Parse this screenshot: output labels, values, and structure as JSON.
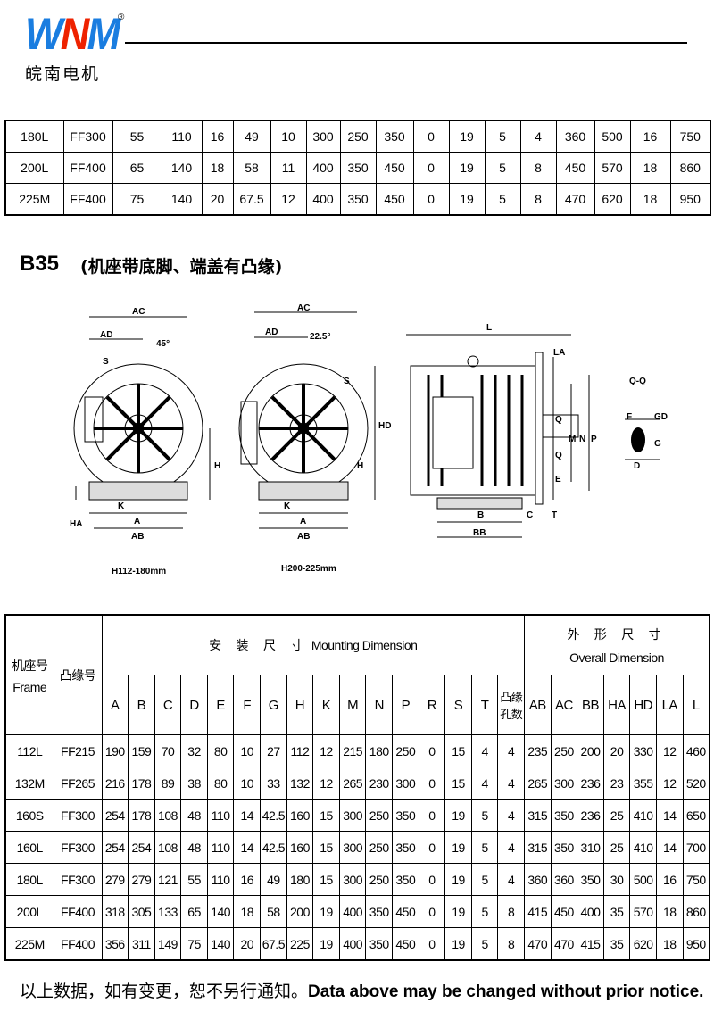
{
  "brand": {
    "logo_letters": [
      "W",
      "N",
      "M"
    ],
    "registered": "®",
    "name_cn": "皖南电机"
  },
  "top_table": {
    "rows": [
      [
        "180L",
        "FF300",
        "55",
        "110",
        "16",
        "49",
        "10",
        "300",
        "250",
        "350",
        "0",
        "19",
        "5",
        "4",
        "360",
        "500",
        "16",
        "750"
      ],
      [
        "200L",
        "FF400",
        "65",
        "140",
        "18",
        "58",
        "11",
        "400",
        "350",
        "450",
        "0",
        "19",
        "5",
        "8",
        "450",
        "570",
        "18",
        "860"
      ],
      [
        "225M",
        "FF400",
        "75",
        "140",
        "20",
        "67.5",
        "12",
        "400",
        "350",
        "450",
        "0",
        "19",
        "5",
        "8",
        "470",
        "620",
        "18",
        "950"
      ]
    ]
  },
  "section": {
    "title": "B35",
    "subtitle": "(机座带底脚、端盖有凸缘)"
  },
  "diagrams": {
    "front1": {
      "labels": {
        "ac": "AC",
        "ad": "AD",
        "angle": "45°",
        "s": "S",
        "h": "H",
        "ha": "HA",
        "k": "K",
        "a": "A",
        "ab": "AB"
      },
      "caption": "H112-180mm"
    },
    "front2": {
      "labels": {
        "ac": "AC",
        "ad": "AD",
        "angle": "22.5°",
        "s": "S",
        "hd": "HD",
        "h": "H",
        "k": "K",
        "a": "A",
        "ab": "AB"
      },
      "caption": "H200-225mm"
    },
    "side": {
      "labels": {
        "l": "L",
        "la": "LA",
        "q1": "Q",
        "q2": "Q",
        "m": "M",
        "n": "N",
        "p": "P",
        "e": "E",
        "b": "B",
        "c": "C",
        "t": "T",
        "bb": "BB"
      }
    },
    "section_qq": {
      "labels": {
        "title": "Q-Q",
        "f": "F",
        "gd": "GD",
        "g": "G",
        "d": "D"
      }
    }
  },
  "main_table": {
    "frame_header_cn": "机座号",
    "frame_header_en": "Frame",
    "flange_header": "凸缘号",
    "mounting_header_cn": "安 装 尺 寸",
    "mounting_header_en": "Mounting Dimension",
    "overall_header_cn": "外 形 尺 寸",
    "overall_header_en": "Overall Dimension",
    "columns": [
      "A",
      "B",
      "C",
      "D",
      "E",
      "F",
      "G",
      "H",
      "K",
      "M",
      "N",
      "P",
      "R",
      "S",
      "T",
      "凸缘孔数",
      "AB",
      "AC",
      "BB",
      "HA",
      "HD",
      "LA",
      "L"
    ],
    "rows": [
      [
        "112L",
        "FF215",
        "190",
        "159",
        "70",
        "32",
        "80",
        "10",
        "27",
        "112",
        "12",
        "215",
        "180",
        "250",
        "0",
        "15",
        "4",
        "4",
        "235",
        "250",
        "200",
        "20",
        "330",
        "12",
        "460"
      ],
      [
        "132M",
        "FF265",
        "216",
        "178",
        "89",
        "38",
        "80",
        "10",
        "33",
        "132",
        "12",
        "265",
        "230",
        "300",
        "0",
        "15",
        "4",
        "4",
        "265",
        "300",
        "236",
        "23",
        "355",
        "12",
        "520"
      ],
      [
        "160S",
        "FF300",
        "254",
        "178",
        "108",
        "48",
        "110",
        "14",
        "42.5",
        "160",
        "15",
        "300",
        "250",
        "350",
        "0",
        "19",
        "5",
        "4",
        "315",
        "350",
        "236",
        "25",
        "410",
        "14",
        "650"
      ],
      [
        "160L",
        "FF300",
        "254",
        "254",
        "108",
        "48",
        "110",
        "14",
        "42.5",
        "160",
        "15",
        "300",
        "250",
        "350",
        "0",
        "19",
        "5",
        "4",
        "315",
        "350",
        "310",
        "25",
        "410",
        "14",
        "700"
      ],
      [
        "180L",
        "FF300",
        "279",
        "279",
        "121",
        "55",
        "110",
        "16",
        "49",
        "180",
        "15",
        "300",
        "250",
        "350",
        "0",
        "19",
        "5",
        "4",
        "360",
        "360",
        "350",
        "30",
        "500",
        "16",
        "750"
      ],
      [
        "200L",
        "FF400",
        "318",
        "305",
        "133",
        "65",
        "140",
        "18",
        "58",
        "200",
        "19",
        "400",
        "350",
        "450",
        "0",
        "19",
        "5",
        "8",
        "415",
        "450",
        "400",
        "35",
        "570",
        "18",
        "860"
      ],
      [
        "225M",
        "FF400",
        "356",
        "311",
        "149",
        "75",
        "140",
        "20",
        "67.5",
        "225",
        "19",
        "400",
        "350",
        "450",
        "0",
        "19",
        "5",
        "8",
        "470",
        "470",
        "415",
        "35",
        "620",
        "18",
        "950"
      ]
    ]
  },
  "notice": {
    "cn": "以上数据，如有变更，恕不另行通知。",
    "en": "Data above may be changed without prior notice."
  }
}
